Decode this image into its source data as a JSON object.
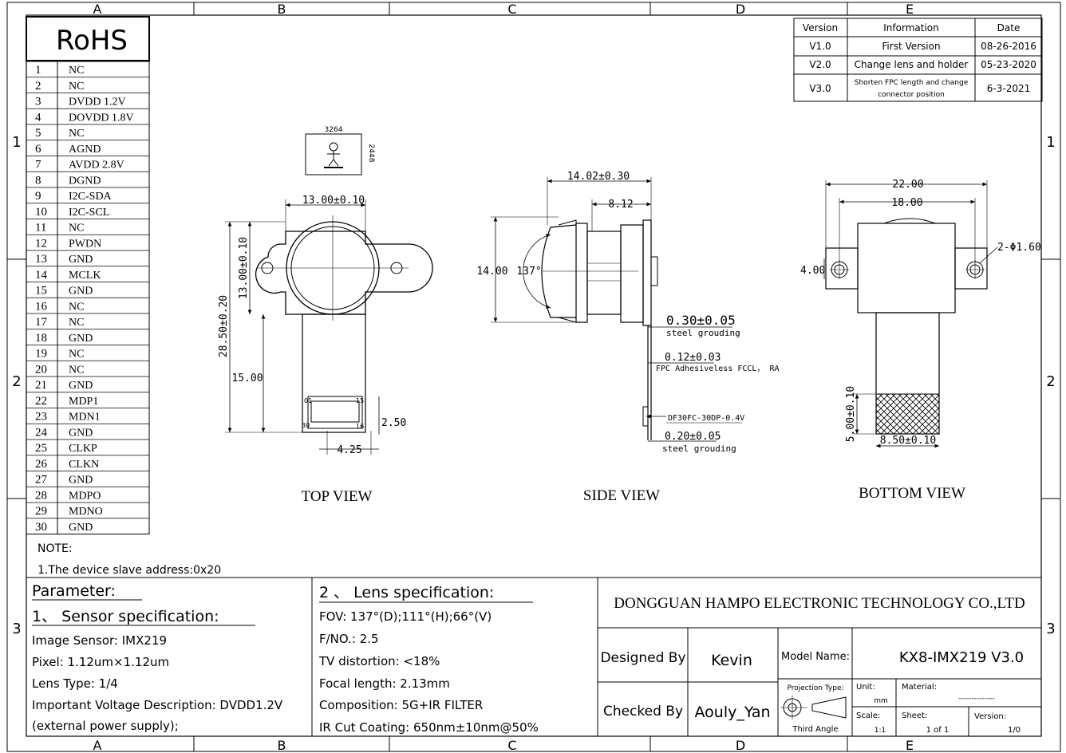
{
  "border": {
    "columns": [
      "A",
      "B",
      "C",
      "D",
      "E"
    ],
    "rows": [
      "1",
      "2",
      "3"
    ]
  },
  "rohs": "RoHS",
  "pins": [
    {
      "n": "1",
      "name": "NC"
    },
    {
      "n": "2",
      "name": "NC"
    },
    {
      "n": "3",
      "name": "DVDD 1.2V"
    },
    {
      "n": "4",
      "name": "DOVDD 1.8V"
    },
    {
      "n": "5",
      "name": "NC"
    },
    {
      "n": "6",
      "name": "AGND"
    },
    {
      "n": "7",
      "name": "AVDD 2.8V"
    },
    {
      "n": "8",
      "name": "DGND"
    },
    {
      "n": "9",
      "name": "I2C-SDA"
    },
    {
      "n": "10",
      "name": "I2C-SCL"
    },
    {
      "n": "11",
      "name": "NC"
    },
    {
      "n": "12",
      "name": "PWDN"
    },
    {
      "n": "13",
      "name": "GND"
    },
    {
      "n": "14",
      "name": "MCLK"
    },
    {
      "n": "15",
      "name": "GND"
    },
    {
      "n": "16",
      "name": "NC"
    },
    {
      "n": "17",
      "name": "NC"
    },
    {
      "n": "18",
      "name": "GND"
    },
    {
      "n": "19",
      "name": "NC"
    },
    {
      "n": "20",
      "name": "NC"
    },
    {
      "n": "21",
      "name": "GND"
    },
    {
      "n": "22",
      "name": "MDP1"
    },
    {
      "n": "23",
      "name": "MDN1"
    },
    {
      "n": "24",
      "name": "GND"
    },
    {
      "n": "25",
      "name": "CLKP"
    },
    {
      "n": "26",
      "name": "CLKN"
    },
    {
      "n": "27",
      "name": "GND"
    },
    {
      "n": "28",
      "name": "MDPO"
    },
    {
      "n": "29",
      "name": "MDNO"
    },
    {
      "n": "30",
      "name": "GND"
    }
  ],
  "revisions": {
    "headers": [
      "Version",
      "Information",
      "Date"
    ],
    "rows": [
      {
        "version": "V1.0",
        "info": "First Version",
        "date": "08-26-2016"
      },
      {
        "version": "V2.0",
        "info": "Change lens and holder",
        "date": "05-23-2020"
      },
      {
        "version": "V3.0",
        "info_line1": "Shorten FPC length and change",
        "info_line2": "connector position",
        "date": "6-3-2021"
      }
    ]
  },
  "sensor_image": {
    "width": "3264",
    "height": "2448"
  },
  "top_view": {
    "label": "TOP VIEW",
    "dims": {
      "width": "13.00±0.10",
      "height_holder": "13.00±0.10",
      "total": "28.50±0.20",
      "fpc": "15.00",
      "conn_w": "4.25",
      "conn_h": "2.50",
      "pin01": "01",
      "pin15": "15",
      "pin30": "30",
      "pin16": "16"
    }
  },
  "side_view": {
    "label": "SIDE VIEW",
    "dims": {
      "total": "14.02±0.30",
      "body": "8.12",
      "height": "14.00",
      "fov": "137°",
      "steel1": "0.30±0.05",
      "steel1_note": "steel grouding",
      "fpc": "0.12±0.03",
      "fpc_note": "FPC Adhesiveless FCCL， RA",
      "conn": "DF30FC-30DP-0.4V",
      "steel2": "0.20±0.05",
      "steel2_note": "steel grouding"
    }
  },
  "bottom_view": {
    "label": "BOTTOM VIEW",
    "dims": {
      "outer": "22.00",
      "inner": "18.00",
      "holes": "2-Φ1.60",
      "offset": "4.00",
      "stiff_h": "5.00±0.10",
      "stiff_w": "8.50±0.10"
    }
  },
  "note": {
    "title": "NOTE:",
    "line1": "1.The device slave address:0x20"
  },
  "parameter": {
    "title": "Parameter:",
    "sensor_title": "1、 Sensor specification:",
    "lines": [
      "Image Sensor:  IMX219",
      "Pixel:  1.12um×1.12um",
      "Lens Type:  1/4",
      "Important Voltage Description: DVDD1.2V",
      "(external power supply);"
    ]
  },
  "lens": {
    "title": "2 、 Lens specification:",
    "lines": [
      "FOV:  137°(D);111°(H);66°(V)",
      "F/NO.:  2.5",
      "TV distortion:  <18%",
      "Focal length:  2.13mm",
      "Composition:  5G+IR FILTER",
      "IR Cut Coating:  650nm±10nm@50%"
    ]
  },
  "title_block": {
    "company": "DONGGUAN HAMPO ELECTRONIC TECHNOLOGY CO.,LTD",
    "designed_by_label": "Designed By",
    "designed_by": "Kevin",
    "checked_by_label": "Checked By",
    "checked_by": "Aouly_Yan",
    "model_label": "Model Name:",
    "model": "KX8-IMX219 V3.0",
    "projection_label": "Projection Type:",
    "projection": "Third Angle",
    "unit_label": "Unit:",
    "unit": "mm",
    "material_label": "Material:",
    "material": "--------------",
    "scale_label": "Scale:",
    "scale": "1:1",
    "sheet_label": "Sheet:",
    "sheet": "1 of 1",
    "version_label": "Version:",
    "version": "1/0"
  }
}
